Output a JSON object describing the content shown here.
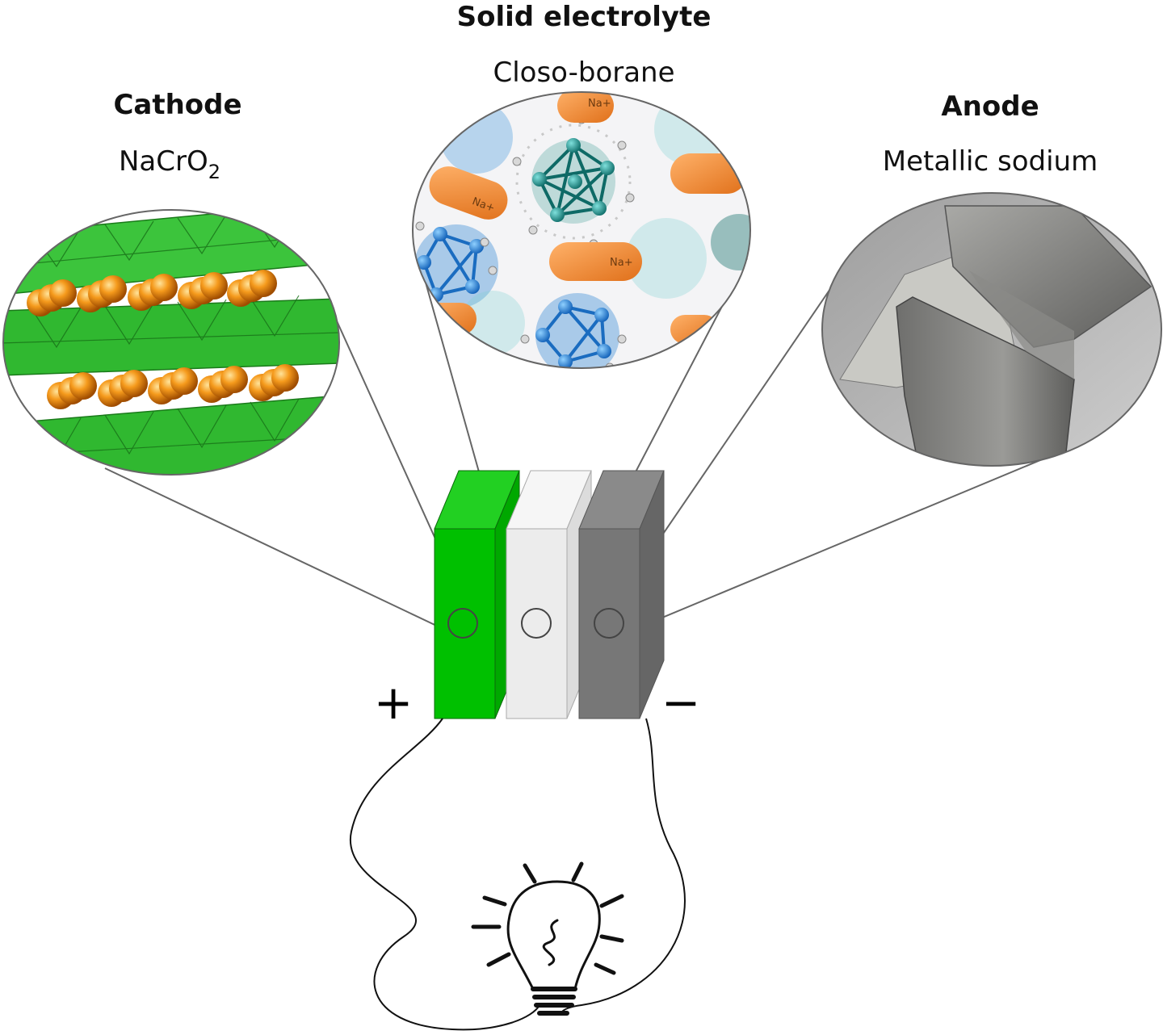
{
  "electrolyte": {
    "title": "Solid electrolyte",
    "material": "Closo-borane"
  },
  "cathode": {
    "title": "Cathode",
    "material": "NaCrO",
    "material_sub": "2"
  },
  "anode": {
    "title": "Anode",
    "material": "Metallic sodium"
  },
  "ion_label": "Na+",
  "terminals": {
    "positive": "+",
    "negative": "−"
  },
  "colors": {
    "cathode": "#00c000",
    "electrolyte": "#ececec",
    "anode": "#777777",
    "sodium_ion": "#f08a24",
    "zoom_line": "#666666"
  }
}
